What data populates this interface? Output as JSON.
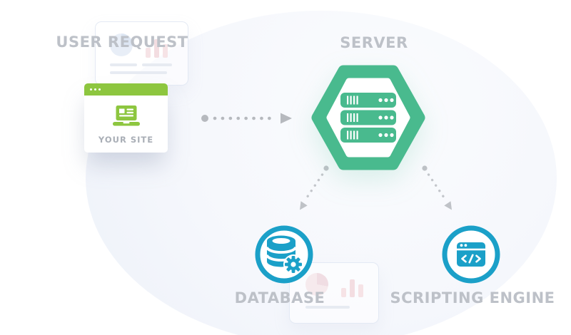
{
  "diagram": {
    "labels": {
      "user_request": "USER REQUEST",
      "your_site": "YOUR SITE",
      "server": "SERVER",
      "database": "DATABASE",
      "scripting_engine": "SCRIPTING ENGINE"
    },
    "colors": {
      "hexagon_green": "#49BA8E",
      "browser_bar_green": "#8DC63F",
      "node_blue": "#1BA0C8",
      "label_gray": "#BDC1C8",
      "arrow_gray": "#B6B9BE"
    },
    "icons": {
      "your_site": "laptop-icon",
      "server": "server-rack-icon",
      "database": "database-gear-icon",
      "scripting_engine": "code-window-icon"
    },
    "connections": [
      {
        "from": "your_site",
        "to": "server",
        "style": "dotted-arrow"
      },
      {
        "from": "server",
        "to": "database",
        "style": "dotted-arrow"
      },
      {
        "from": "server",
        "to": "scripting_engine",
        "style": "dotted-arrow"
      }
    ]
  }
}
